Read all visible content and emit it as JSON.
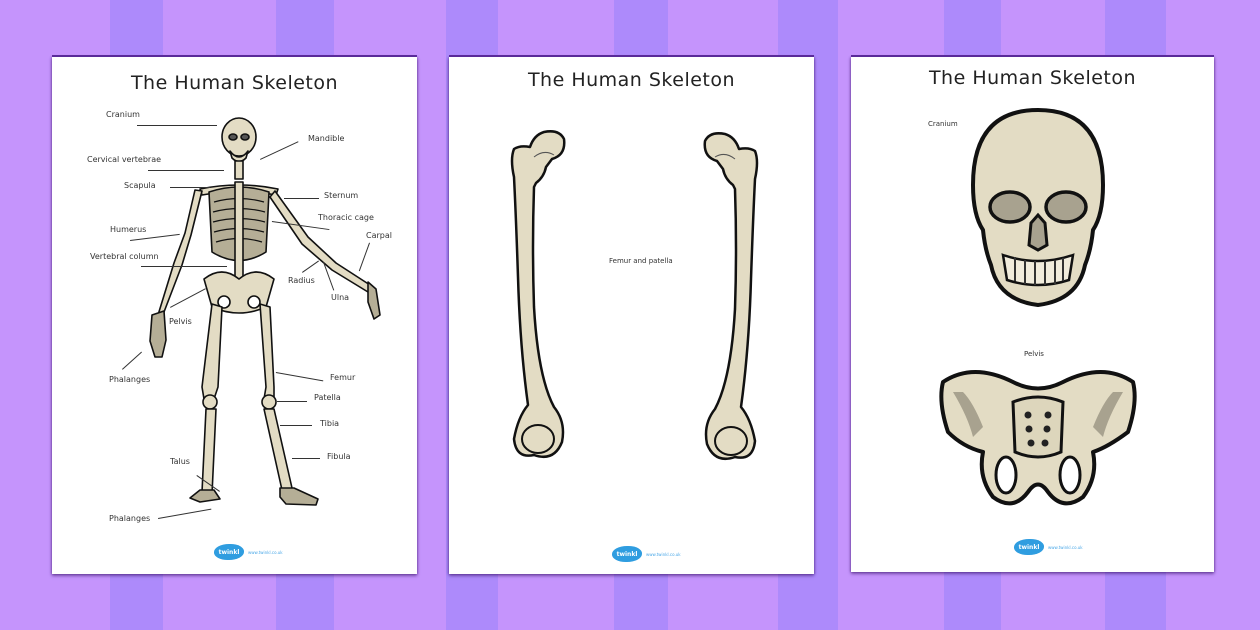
{
  "background": {
    "light": "#c594fc",
    "dark": "#ad8afb"
  },
  "pages": [
    {
      "title": "The Human Skeleton",
      "labels": {
        "cranium": "Cranium",
        "mandible": "Mandible",
        "cervical": "Cervical vertebrae",
        "scapula": "Scapula",
        "sternum": "Sternum",
        "thoracic": "Thoracic cage",
        "humerus": "Humerus",
        "carpal": "Carpal",
        "vertebral": "Vertebral column",
        "radius": "Radius",
        "ulna": "Ulna",
        "pelvis": "Pelvis",
        "phalanges_hand": "Phalanges",
        "femur": "Femur",
        "patella": "Patella",
        "tibia": "Tibia",
        "fibula": "Fibula",
        "talus": "Talus",
        "phalanges_foot": "Phalanges"
      },
      "logo": {
        "brand": "twinkl",
        "url": "www.twinkl.co.uk"
      }
    },
    {
      "title": "The Human Skeleton",
      "labels": {
        "femur_patella": "Femur and patella"
      },
      "logo": {
        "brand": "twinkl",
        "url": "www.twinkl.co.uk"
      }
    },
    {
      "title": "The Human Skeleton",
      "labels": {
        "cranium": "Cranium",
        "pelvis": "Pelvis"
      },
      "logo": {
        "brand": "twinkl",
        "url": "www.twinkl.co.uk"
      }
    }
  ],
  "colors": {
    "bone": "#e3dcc4",
    "bone_shadow": "#b9b29c",
    "outline": "#111111",
    "logo": "#2f9de0"
  }
}
